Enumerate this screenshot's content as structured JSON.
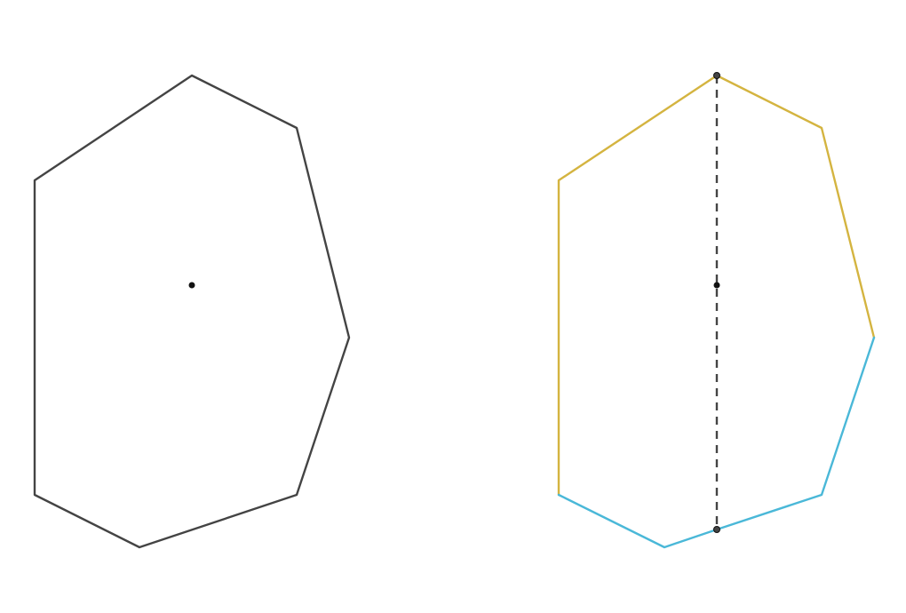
{
  "colors": {
    "outline": "#444444",
    "upper_arc": "#D4B440",
    "lower_arc": "#4AB8D8",
    "dashed_line": "#444444",
    "point": "#111111"
  },
  "figure": {
    "left_shape": {
      "kind": "polygon outline with center point"
    },
    "right_shape": {
      "kind": "polygon split by dashed segment through center",
      "upper_boundary_color": "upper_arc",
      "lower_boundary_color": "lower_arc"
    }
  }
}
